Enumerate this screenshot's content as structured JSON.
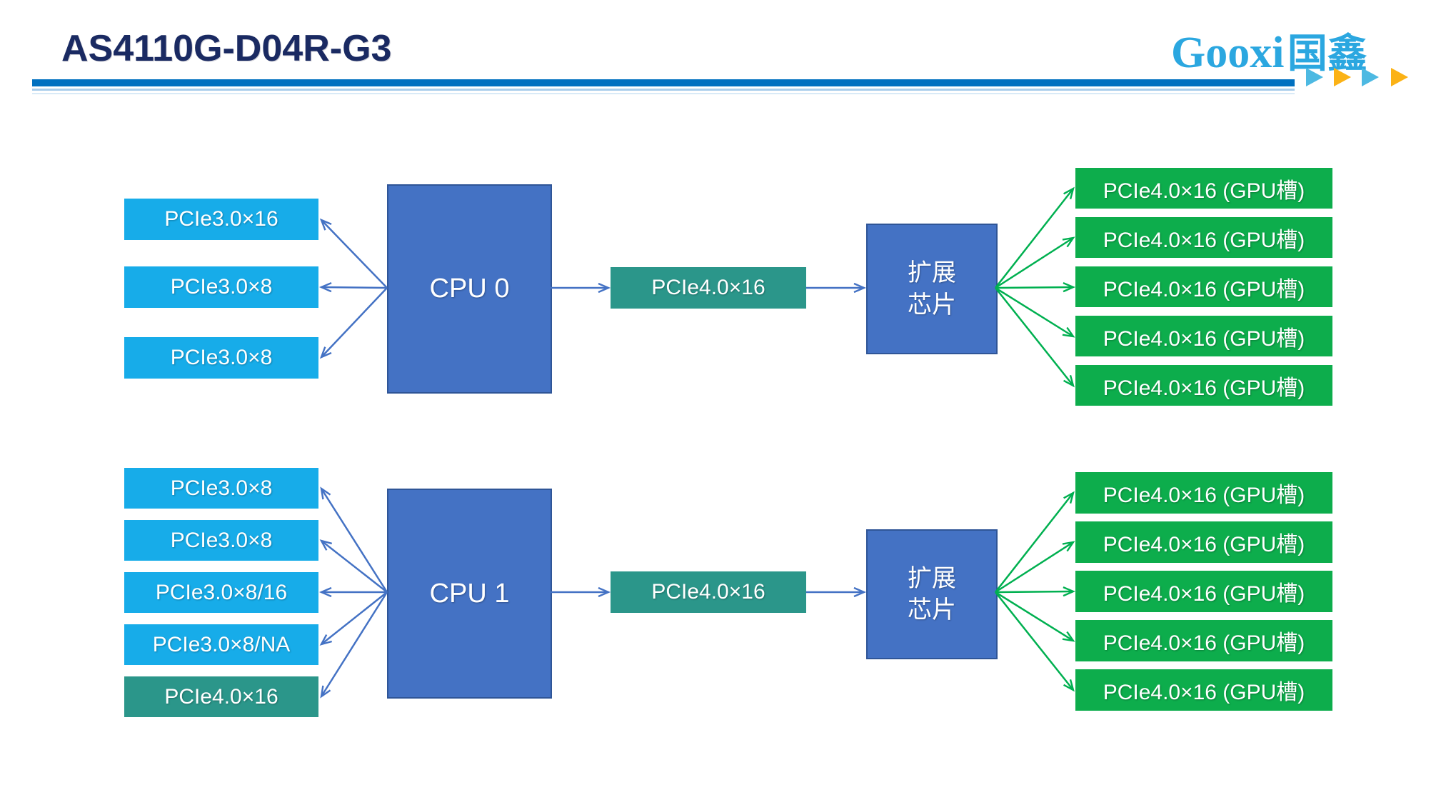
{
  "header": {
    "title": "AS4110G-D04R-G3",
    "logo": {
      "brand": "Gooxi",
      "brand_cn": "国鑫"
    }
  },
  "colors": {
    "title_navy": "#1A2A62",
    "rule_blue": "#0070C0",
    "rule_light_blue": "#A9CDEB",
    "logo_blue": "#2BA7E0",
    "triangle_blue": "#4DB9E2",
    "triangle_orange": "#FBB216",
    "slot_cyan": "#17ACE9",
    "slot_teal": "#2B968A",
    "gpu_green": "#0DAD4C",
    "cpu_blue": "#4472C4",
    "cpu_border": "#2F5597",
    "arrow_blue": "#4472C4",
    "arrow_green": "#00B050"
  },
  "diagram": {
    "cpu0": {
      "label": "CPU 0",
      "left_slots": [
        {
          "label": "PCIe3.0×16"
        },
        {
          "label": "PCIe3.0×8"
        },
        {
          "label": "PCIe3.0×8"
        }
      ],
      "link": {
        "label": "PCIe4.0×16"
      },
      "expander": {
        "line1": "扩展",
        "line2": "芯片"
      },
      "gpu_slots": [
        {
          "label": "PCIe4.0×16 (GPU槽)"
        },
        {
          "label": "PCIe4.0×16 (GPU槽)"
        },
        {
          "label": "PCIe4.0×16 (GPU槽)"
        },
        {
          "label": "PCIe4.0×16 (GPU槽)"
        },
        {
          "label": "PCIe4.0×16 (GPU槽)"
        }
      ]
    },
    "cpu1": {
      "label": "CPU 1",
      "left_slots": [
        {
          "label": "PCIe3.0×8"
        },
        {
          "label": "PCIe3.0×8"
        },
        {
          "label": "PCIe3.0×8/16"
        },
        {
          "label": "PCIe3.0×8/NA"
        },
        {
          "label": "PCIe4.0×16"
        }
      ],
      "link": {
        "label": "PCIe4.0×16"
      },
      "expander": {
        "line1": "扩展",
        "line2": "芯片"
      },
      "gpu_slots": [
        {
          "label": "PCIe4.0×16 (GPU槽)"
        },
        {
          "label": "PCIe4.0×16 (GPU槽)"
        },
        {
          "label": "PCIe4.0×16 (GPU槽)"
        },
        {
          "label": "PCIe4.0×16 (GPU槽)"
        },
        {
          "label": "PCIe4.0×16 (GPU槽)"
        }
      ]
    },
    "connections": {
      "cpu0": [
        "CPU 0 → PCIe3.0×16",
        "CPU 0 → PCIe3.0×8",
        "CPU 0 → PCIe3.0×8",
        "CPU 0 → PCIe4.0×16 → 扩展芯片 → 5 × PCIe4.0×16 (GPU槽)"
      ],
      "cpu1": [
        "CPU 1 → PCIe3.0×8",
        "CPU 1 → PCIe3.0×8",
        "CPU 1 → PCIe3.0×8/16",
        "CPU 1 → PCIe3.0×8/NA",
        "CPU 1 → PCIe4.0×16",
        "CPU 1 → PCIe4.0×16 → 扩展芯片 → 5 × PCIe4.0×16 (GPU槽)"
      ]
    }
  }
}
